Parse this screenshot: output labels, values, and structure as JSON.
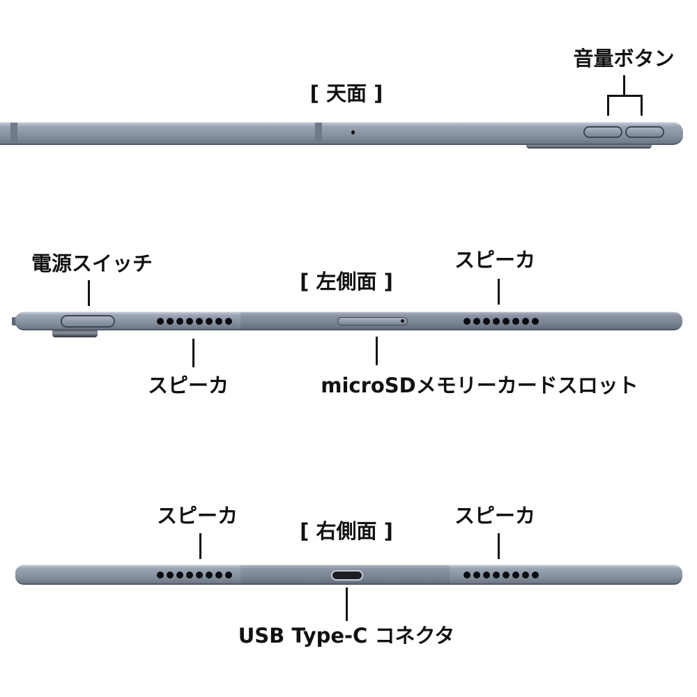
{
  "top_view": {
    "title": "[ 天面 ]",
    "volume_label": "音量ボタン"
  },
  "left_view": {
    "title": "[ 左側面 ]",
    "power_label": "電源スイッチ",
    "speaker_top_label": "スピーカ",
    "speaker_bottom_label": "スピーカ",
    "sd_label": "microSDメモリーカードスロット"
  },
  "right_view": {
    "title": "[ 右側面 ]",
    "speaker_left_label": "スピーカ",
    "speaker_right_label": "スピーカ",
    "usb_label": "USB Type-C コネクタ"
  }
}
